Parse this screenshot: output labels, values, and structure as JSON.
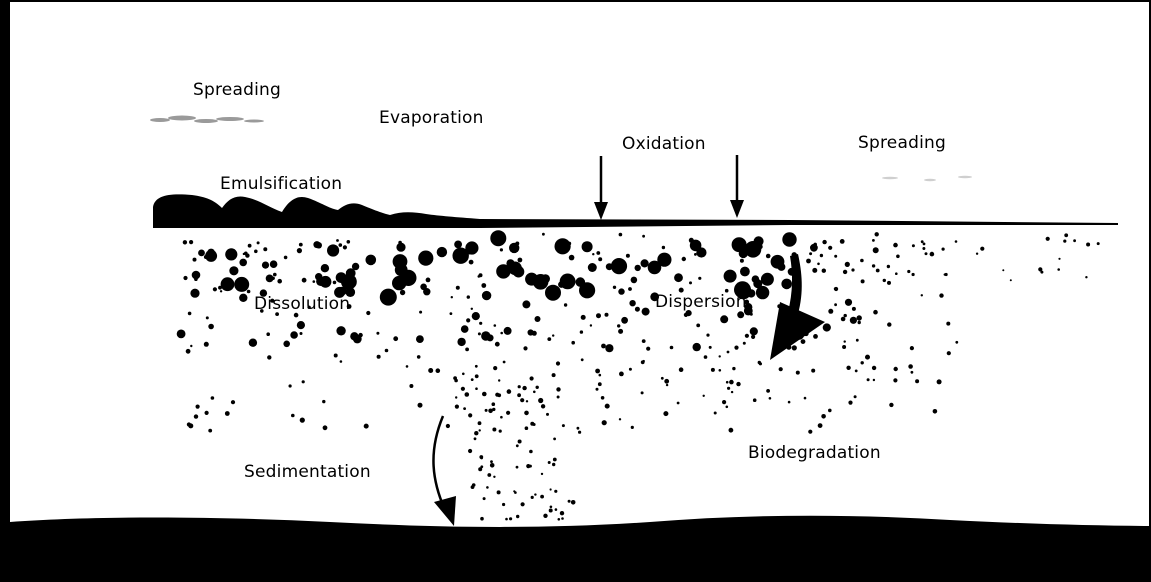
{
  "labels": {
    "spreading_left": "Spreading",
    "evaporation": "Evaporation",
    "oxidation": "Oxidation",
    "spreading_right": "Spreading",
    "emulsification": "Emulsification",
    "dissolution": "Dissolution",
    "dispersion": "Dispersion",
    "sedimentation": "Sedimentation",
    "biodegradation": "Biodegradation"
  },
  "colors": {
    "ink": "#000000",
    "background": "#ffffff",
    "haze": "#9a9a9a"
  }
}
